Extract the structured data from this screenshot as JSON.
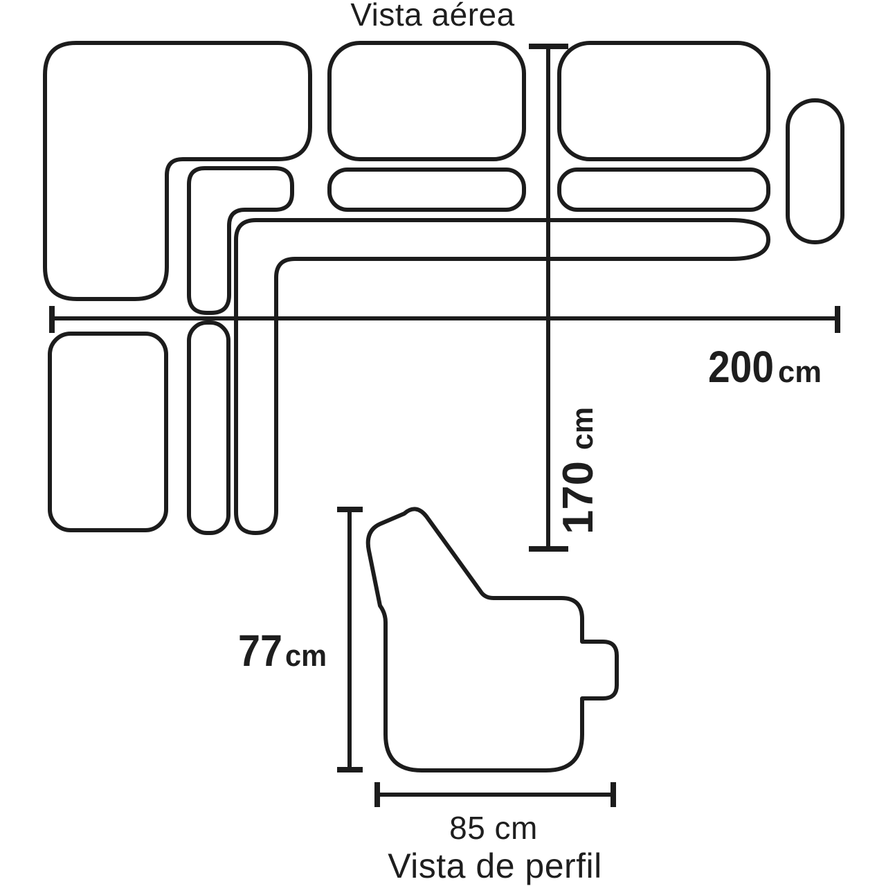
{
  "top_view": {
    "title": "Vista aérea",
    "width_dimension": {
      "value": "200",
      "unit": "cm"
    },
    "depth_dimension": {
      "value": "170",
      "unit": "cm"
    }
  },
  "side_view": {
    "title": "Vista de perfil",
    "height_dimension": {
      "value": "77",
      "unit": "cm"
    },
    "width_dimension": {
      "label": "85 cm"
    }
  },
  "colors": {
    "line": "#1c1c1c",
    "text": "#1e1e1e",
    "background": "#ffffff"
  }
}
